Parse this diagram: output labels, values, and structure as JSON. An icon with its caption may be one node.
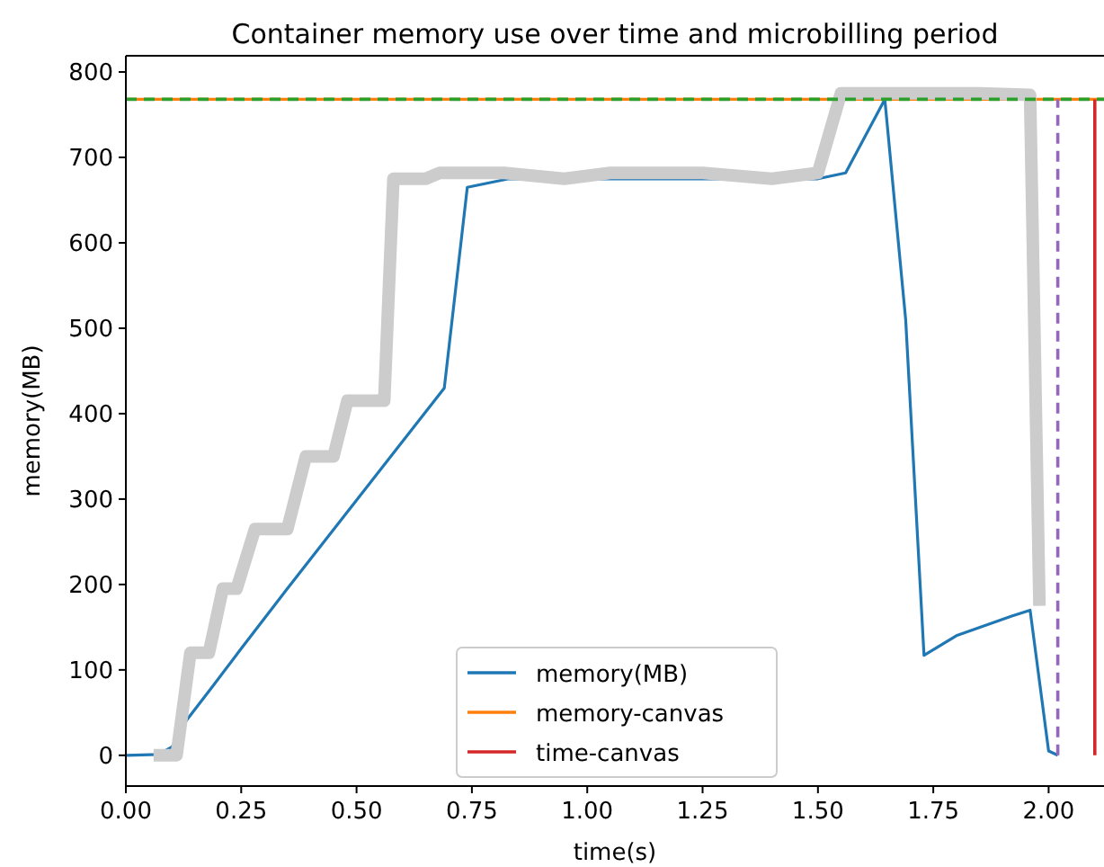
{
  "diagram": {
    "title": "Container memory use over time and microbilling period",
    "legend": [
      {
        "text": "memory(MB)"
      },
      {
        "text": "memory-canvas"
      },
      {
        "text": "time-canvas"
      }
    ],
    "chart_data": {
      "type": "line",
      "xlabel": "time(s)",
      "ylabel": "memory(MB)",
      "xlim": [
        0,
        2.12
      ],
      "ylim": [
        -36,
        819
      ],
      "xticks": [
        {
          "value": 0,
          "label": "0.00"
        },
        {
          "value": 0.25,
          "label": "0.25"
        },
        {
          "value": 0.5,
          "label": "0.50"
        },
        {
          "value": 0.75,
          "label": "0.75"
        },
        {
          "value": 1,
          "label": "1.00"
        },
        {
          "value": 1.25,
          "label": "1.25"
        },
        {
          "value": 1.5,
          "label": "1.50"
        },
        {
          "value": 1.75,
          "label": "1.75"
        },
        {
          "value": 2,
          "label": "2.00"
        }
      ],
      "yticks": [
        0,
        100,
        200,
        300,
        400,
        500,
        600,
        700,
        800
      ],
      "x": [
        0,
        0.06,
        0.07,
        0.1,
        0.11,
        0.13,
        0.14,
        0.18,
        0.21,
        0.24,
        0.25,
        0.28,
        0.35,
        0.39,
        0.45,
        0.48,
        0.56,
        0.58,
        0.65,
        0.68,
        0.69,
        0.74,
        0.82,
        0.83,
        0.95,
        1.05,
        1.25,
        1.4,
        1.5,
        1.55,
        1.56,
        1.645,
        1.69,
        1.73,
        1.8,
        1.85,
        1.92,
        1.96,
        1.98,
        2.0,
        2.02,
        2.02,
        2.1,
        2.1,
        2.12
      ],
      "series": [
        {
          "color": "#1f77b4",
          "values": [
            0,
            null,
            1,
            10,
            null,
            40,
            null,
            75,
            null,
            null,
            125,
            null,
            195,
            null,
            null,
            null,
            null,
            null,
            null,
            null,
            430,
            665,
            null,
            675,
            null,
            null,
            null,
            null,
            675,
            null,
            682,
            768,
            510,
            117,
            140,
            null,
            163,
            170,
            null,
            5,
            0,
            null,
            null,
            null,
            null
          ]
        },
        {
          "color": "#ff7f0e",
          "values": [
            768,
            null,
            null,
            null,
            null,
            null,
            null,
            null,
            null,
            null,
            null,
            null,
            null,
            null,
            null,
            null,
            null,
            null,
            null,
            null,
            null,
            null,
            null,
            null,
            null,
            null,
            null,
            null,
            null,
            null,
            null,
            null,
            null,
            null,
            null,
            null,
            null,
            null,
            null,
            null,
            null,
            null,
            null,
            null,
            768
          ]
        },
        {
          "color": "#d62728",
          "values": [
            null,
            null,
            null,
            null,
            null,
            null,
            null,
            null,
            null,
            null,
            null,
            null,
            null,
            null,
            null,
            null,
            null,
            null,
            null,
            null,
            null,
            null,
            null,
            null,
            null,
            null,
            null,
            null,
            null,
            null,
            null,
            null,
            null,
            null,
            null,
            null,
            null,
            null,
            null,
            null,
            null,
            null,
            0,
            768,
            null
          ]
        },
        {
          "color": "#cccccc",
          "values": [
            null,
            0,
            null,
            null,
            0,
            null,
            120,
            120,
            195,
            195,
            null,
            265,
            265,
            350,
            350,
            415,
            415,
            675,
            675,
            682,
            null,
            null,
            682,
            null,
            675,
            682,
            682,
            675,
            682,
            775,
            null,
            null,
            null,
            null,
            null,
            775,
            null,
            773,
            175,
            null,
            null,
            null,
            null,
            null,
            null
          ]
        },
        {
          "color": "#2ca02c",
          "line_style": "dashed",
          "values": [
            768,
            null,
            null,
            null,
            null,
            null,
            null,
            null,
            null,
            null,
            null,
            null,
            null,
            null,
            null,
            null,
            null,
            null,
            null,
            null,
            null,
            null,
            null,
            null,
            null,
            null,
            null,
            null,
            null,
            null,
            null,
            null,
            null,
            null,
            null,
            null,
            null,
            null,
            null,
            null,
            null,
            null,
            null,
            null,
            768
          ]
        },
        {
          "color": "#9467bd",
          "line_style": "dashed",
          "values": [
            null,
            null,
            null,
            null,
            null,
            null,
            null,
            null,
            null,
            null,
            null,
            null,
            null,
            null,
            null,
            null,
            null,
            null,
            null,
            null,
            null,
            null,
            null,
            null,
            null,
            null,
            null,
            null,
            null,
            null,
            null,
            null,
            null,
            null,
            null,
            null,
            null,
            null,
            null,
            null,
            0,
            768,
            null,
            null,
            null
          ]
        }
      ]
    }
  }
}
